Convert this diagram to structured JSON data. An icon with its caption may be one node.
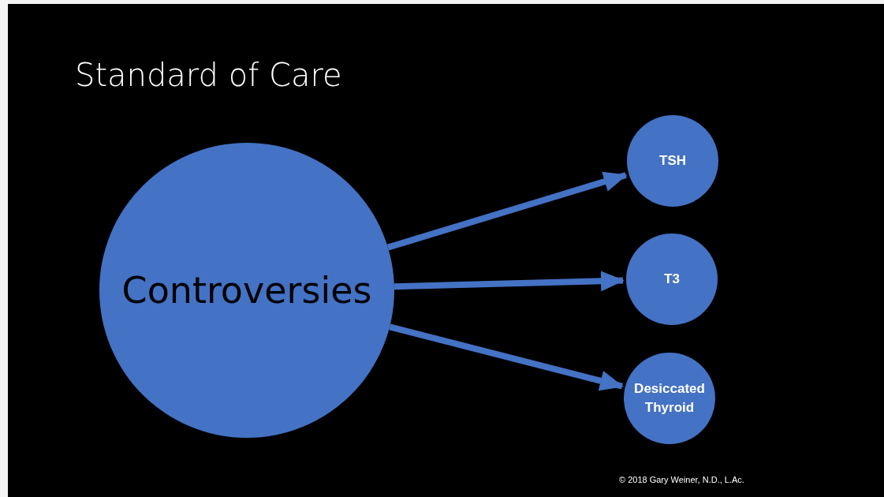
{
  "diagram": {
    "title": "Standard of Care",
    "nodes": [
      {
        "text": [
          "Controversies"
        ]
      },
      {
        "text": [
          "TSH"
        ]
      },
      {
        "text": [
          "T3"
        ]
      },
      {
        "text": [
          "Desiccated Thyroid"
        ]
      }
    ],
    "edges": [
      {
        "from": 0,
        "to": 1,
        "arrow": "to"
      },
      {
        "from": 0,
        "to": 2,
        "arrow": "to"
      },
      {
        "from": 0,
        "to": 3,
        "arrow": "to"
      }
    ],
    "labels": [
      "© 2018 Gary Weiner, N.D., L.Ac."
    ]
  }
}
